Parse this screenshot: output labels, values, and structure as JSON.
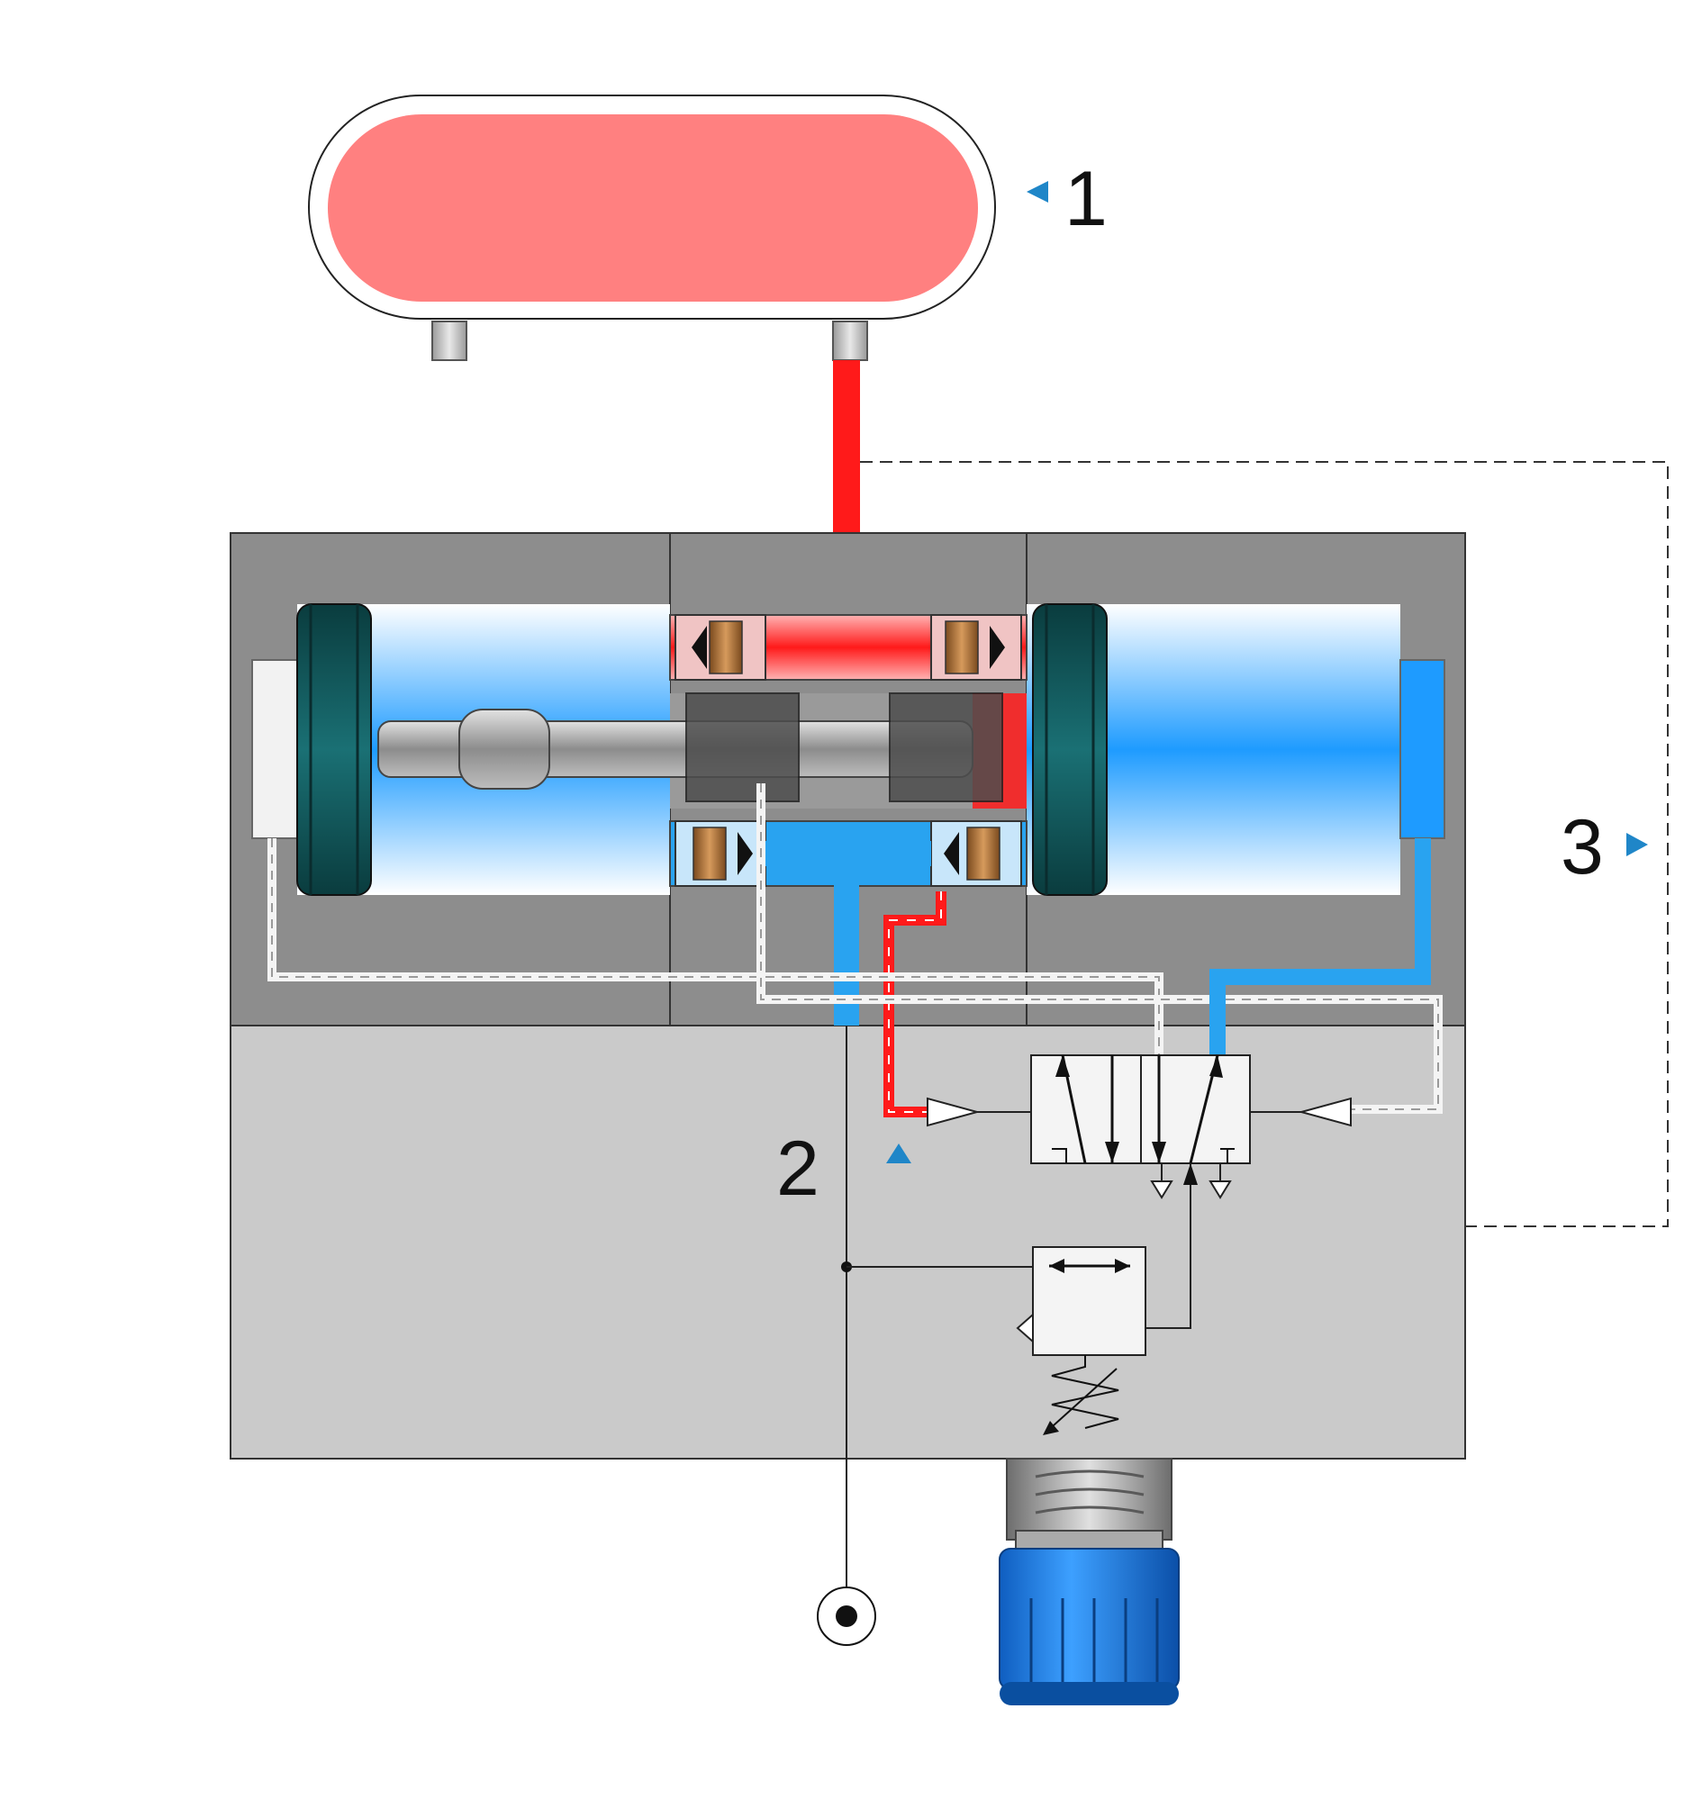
{
  "callouts": {
    "one": "1",
    "two": "2",
    "three": "3"
  },
  "colors": {
    "pressure": "#ff1a1a",
    "tank_fill": "#ff8080",
    "piston": "#0d5052",
    "chamber": "#1e9bff",
    "marker": "#1f86c8",
    "block_dark": "#8d8d8d",
    "block_light": "#cacaca",
    "knob": "#1a7fe0"
  }
}
